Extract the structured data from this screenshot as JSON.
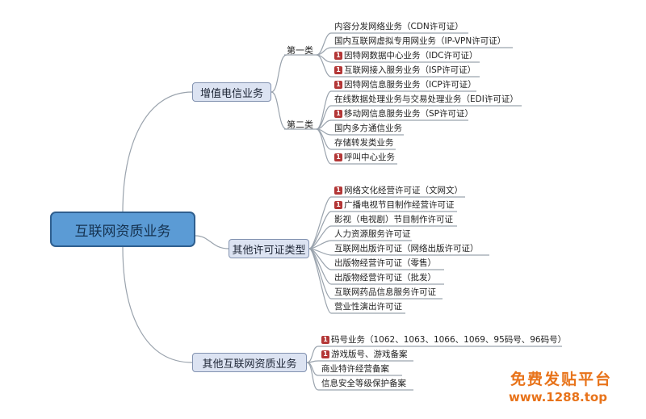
{
  "root": {
    "label": "互联网资质业务"
  },
  "branches": [
    {
      "label": "增值电信业务",
      "groups": [
        {
          "label": "第一类",
          "items": [
            {
              "text": "内容分发网络业务（CDN许可证）",
              "flag": false
            },
            {
              "text": "国内互联网虚拟专用网业务（IP-VPN许可证）",
              "flag": false
            },
            {
              "text": "因特网数据中心业务（IDC许可证）",
              "flag": true
            },
            {
              "text": "互联网接入服务业务（ISP许可证）",
              "flag": true
            }
          ]
        },
        {
          "label": "第二类",
          "items": [
            {
              "text": "因特网信息服务业务（ICP许可证）",
              "flag": true
            },
            {
              "text": "在线数据处理业务与交易处理业务（EDI许可证）",
              "flag": false
            },
            {
              "text": "移动网信息服务业务（SP许可证）",
              "flag": true
            },
            {
              "text": "国内多方通信业务",
              "flag": false
            },
            {
              "text": "存储转发类业务",
              "flag": false
            },
            {
              "text": "呼叫中心业务",
              "flag": true
            }
          ]
        }
      ]
    },
    {
      "label": "其他许可证类型",
      "items": [
        {
          "text": "网络文化经营许可证（文网文）",
          "flag": true
        },
        {
          "text": "广播电视节目制作经营许可证",
          "flag": true
        },
        {
          "text": "影视（电视剧）节目制作许可证",
          "flag": false
        },
        {
          "text": "人力资源服务许可证",
          "flag": false
        },
        {
          "text": "互联网出版许可证（网络出版许可证）",
          "flag": false
        },
        {
          "text": "出版物经营许可证（零售）",
          "flag": false
        },
        {
          "text": "出版物经营许可证（批发）",
          "flag": false
        },
        {
          "text": "互联网药品信息服务许可证",
          "flag": false
        },
        {
          "text": "营业性演出许可证",
          "flag": false
        }
      ]
    },
    {
      "label": "其他互联网资质业务",
      "items": [
        {
          "text": "码号业务（1062、1063、1066、1069、95码号、96码号）",
          "flag": true
        },
        {
          "text": "游戏版号、游戏备案",
          "flag": true
        },
        {
          "text": "商业特许经营备案",
          "flag": false
        },
        {
          "text": "信息安全等级保护备案",
          "flag": false
        }
      ]
    }
  ],
  "flag_glyph": "1",
  "watermark": {
    "line1": "免费发贴平台",
    "line2": "www.1288.top"
  },
  "colors": {
    "root_fill": "#5b9bd5",
    "branch_fill": "#dce3f2",
    "flag": "#b33636",
    "watermark": "#e8731a",
    "line": "#9aa3ad"
  }
}
